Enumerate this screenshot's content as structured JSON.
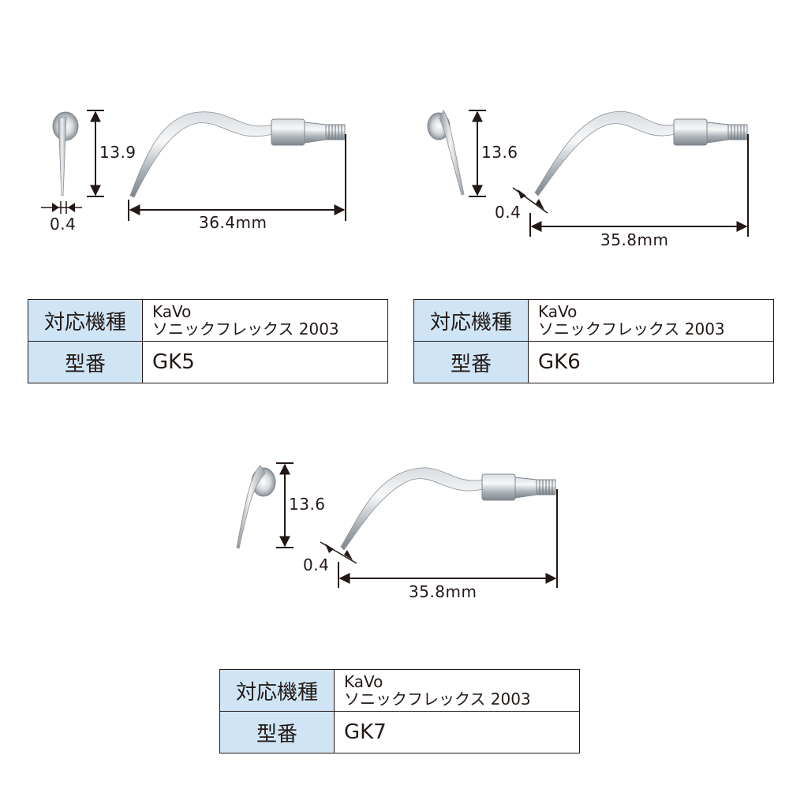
{
  "items": [
    {
      "front_height": "13.9",
      "tip_width": "0.4",
      "length": "36.4mm",
      "table": {
        "compat_header": "対応機種",
        "compat_line1": "KaVo",
        "compat_line2": "ソニックフレックス 2003",
        "model_header": "型番",
        "model": "GK5"
      }
    },
    {
      "front_height": "13.6",
      "tip_width": "0.4",
      "length": "35.8mm",
      "table": {
        "compat_header": "対応機種",
        "compat_line1": "KaVo",
        "compat_line2": "ソニックフレックス 2003",
        "model_header": "型番",
        "model": "GK6"
      }
    },
    {
      "front_height": "13.6",
      "tip_width": "0.4",
      "length": "35.8mm",
      "table": {
        "compat_header": "対応機種",
        "compat_line1": "KaVo",
        "compat_line2": "ソニックフレックス 2003",
        "model_header": "型番",
        "model": "GK7"
      }
    }
  ],
  "colors": {
    "line": "#231815",
    "table_header_bg": "#cfe5f6",
    "metal_light": "#eef0f2",
    "metal_dark": "#8e959c"
  }
}
